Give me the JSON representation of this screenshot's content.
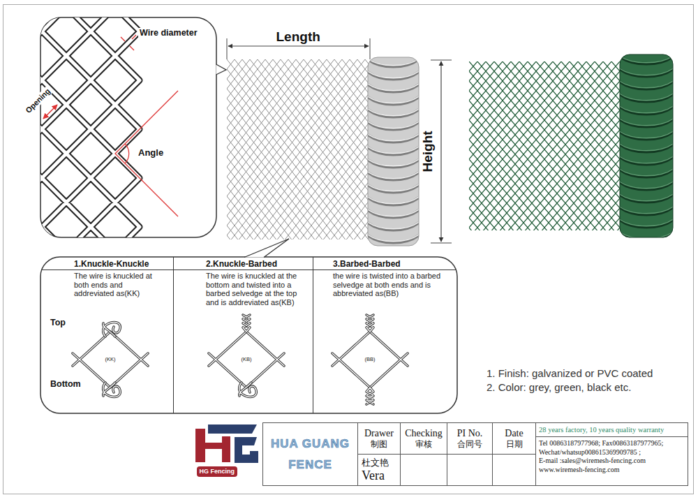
{
  "diagram": {
    "nodes": [
      {
        "text": [
          "1.Knuckle-Knuckle",
          "The wire is knuckled at both ends and addreviated as(KK)"
        ]
      },
      {
        "text": [
          "2.Knuckle-Barbed",
          "The wire is knuckled at the bottom and twisted into a barbed selvedge at the top and is addreviated as(KB)"
        ]
      },
      {
        "text": [
          "3.Barbed-Barbed",
          "the wire is twisted into a barbed selvedge at both ends and is abbreviated as(BB)"
        ]
      },
      {
        "text": [
          "HG Fencing"
        ]
      },
      {
        "text": [
          "HUA GUANG FENCE"
        ]
      },
      {
        "text": [
          "Drawer",
          "制图"
        ]
      },
      {
        "text": [
          "Checking",
          "审核"
        ]
      },
      {
        "text": [
          "PI No.",
          "合同号"
        ]
      },
      {
        "text": [
          "Date",
          "日期"
        ]
      },
      {
        "text": [
          "杜文艳",
          "Vera"
        ]
      },
      {
        "text": [
          "28 years factory, 10 years quality warranty",
          "Tel 00863187977968; Fax00863187977965;",
          "Wechat/whatsup008615369909785 ;",
          "E-mail :sales@wiremesh-fencing.com",
          "www.wiremesh-fencing.com"
        ]
      }
    ],
    "labels": [
      "Wire diameter",
      "Opening",
      "Angle",
      "Length",
      "Height",
      "Top",
      "Bottom",
      "(KK)",
      "(KB)",
      "(BB)",
      "1. Finish: galvanized or PVC coated",
      "2. Color: grey, green, black etc."
    ]
  }
}
